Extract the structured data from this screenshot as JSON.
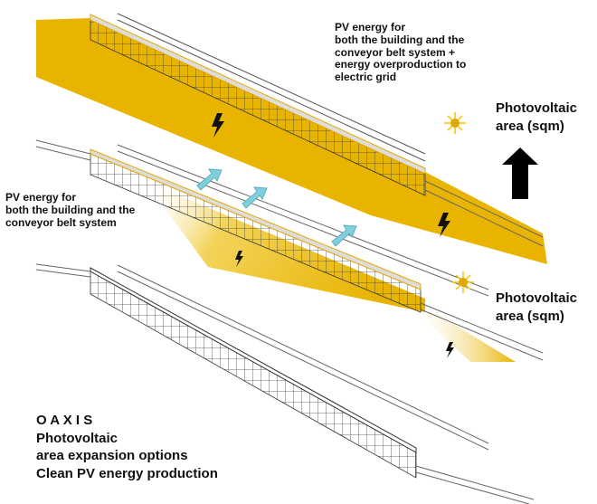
{
  "labels": {
    "top_note": [
      "PV energy for",
      "both the building and the",
      "conveyor belt system +",
      "energy overproduction to",
      "electric grid"
    ],
    "middle_note": [
      "PV energy for",
      "both the building and the",
      "conveyor belt system"
    ],
    "pv_area_top": [
      "Photovoltaic",
      "area (sqm)"
    ],
    "pv_area_bottom": [
      "Photovoltaic",
      "area (sqm)"
    ],
    "title": [
      "O A X I S",
      "Photovoltaic",
      "area expansion options",
      "Clean PV energy production"
    ]
  },
  "colors": {
    "pv_yellow": "#e8b400",
    "arrow_blue": "#7fd0dc",
    "sun": "#f5c400"
  },
  "icons": [
    "lightning-icon",
    "sun-icon",
    "up-arrow-icon",
    "expansion-arrow-icon"
  ]
}
